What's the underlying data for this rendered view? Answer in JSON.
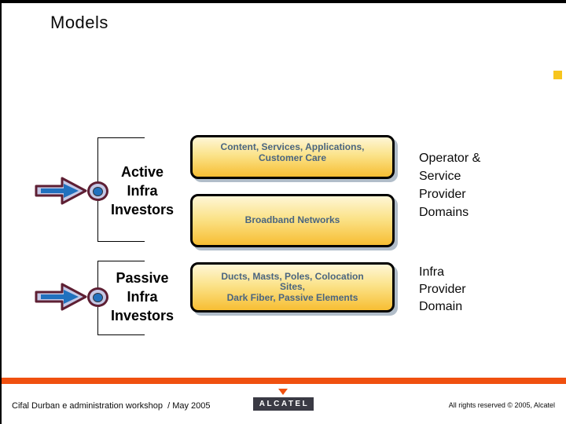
{
  "title": "Models",
  "investors": [
    {
      "label": "Active\nInfra\nInvestors"
    },
    {
      "label": "Passive\nInfra\nInvestors"
    }
  ],
  "boxes": [
    {
      "label": "Content, Services, Applications,\nCustomer Care"
    },
    {
      "label": "Broadband Networks"
    },
    {
      "label": "Ducts, Masts, Poles, Colocation\nSites,\nDark Fiber, Passive Elements"
    }
  ],
  "domains": [
    {
      "label": "Operator &\nService\nProvider\nDomains"
    },
    {
      "label": "Infra\nProvider\nDomain"
    }
  ],
  "footer": {
    "left": "Cifal Durban e administration workshop  / May 2005",
    "logo": "ALCATEL",
    "rights": "All rights reserved © 2005, Alcatel"
  },
  "colors": {
    "accent_orange": "#F0500F",
    "box_gradient_top": "#FEF6D6",
    "box_gradient_bottom": "#F7BE33",
    "box_text": "#4A6580",
    "arrow_blue": "#2171BE",
    "arrow_fill": "#C4C8E6",
    "arrow_outline": "#5E1F33",
    "bullet_gold": "#F7C51D",
    "logo_background": "#3A3A44"
  }
}
